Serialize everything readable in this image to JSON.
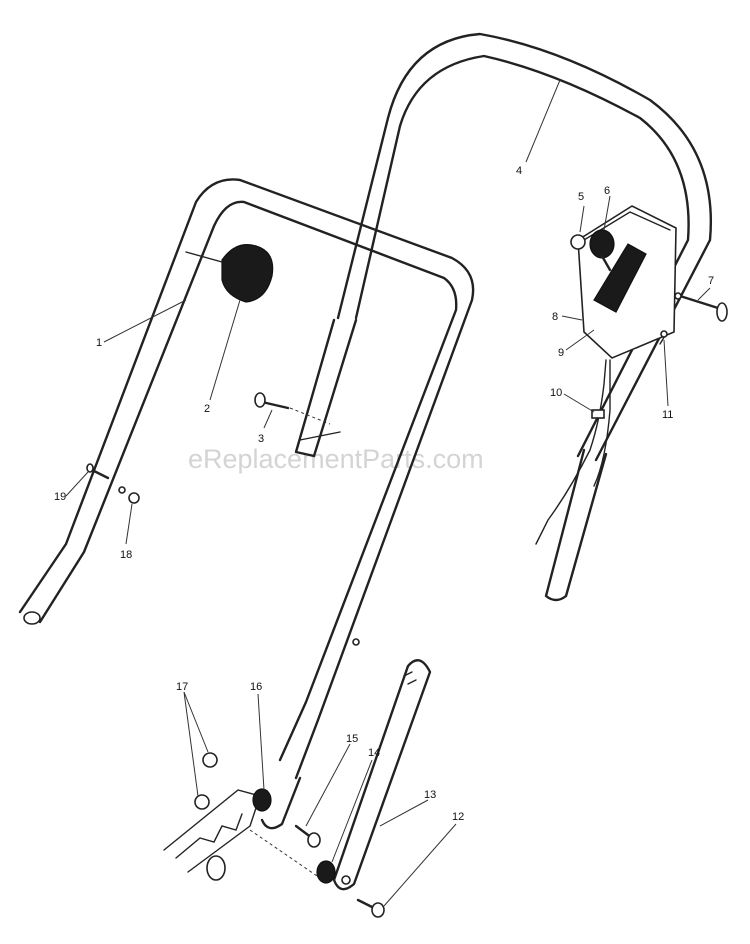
{
  "watermark": "eReplacementParts.com",
  "callouts": [
    "1",
    "2",
    "3",
    "4",
    "5",
    "6",
    "7",
    "8",
    "9",
    "10",
    "11",
    "12",
    "13",
    "14",
    "15",
    "16",
    "17",
    "18",
    "19"
  ],
  "colors": {
    "ink": "#222222",
    "watermark": "#d4d4d4",
    "background": "#ffffff"
  }
}
